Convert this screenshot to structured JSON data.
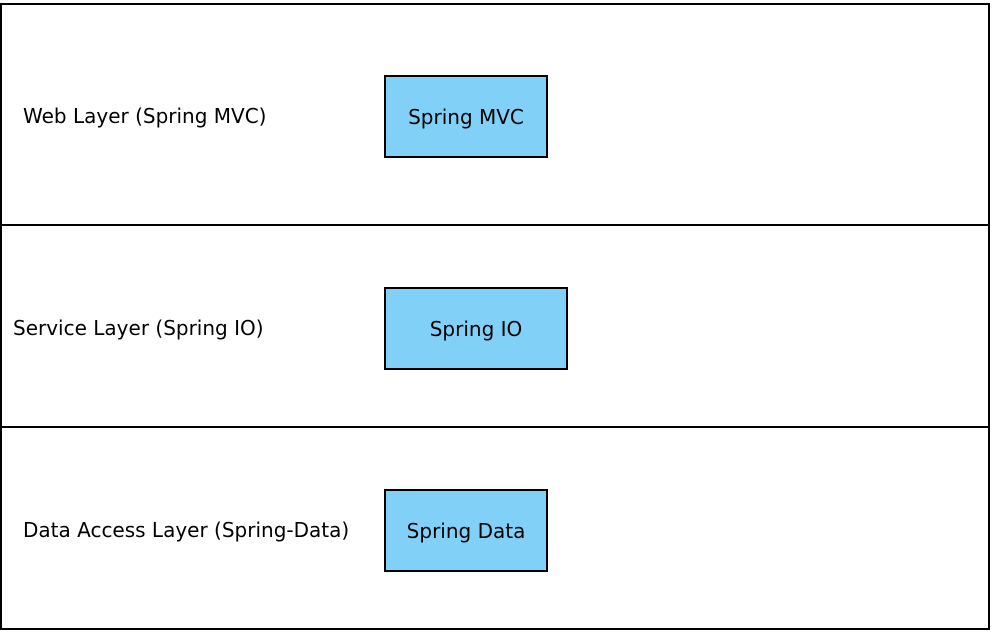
{
  "layers": [
    {
      "label": "Web Layer (Spring MVC)",
      "component": "Spring MVC"
    },
    {
      "label": "Service Layer (Spring IO)",
      "component": "Spring IO"
    },
    {
      "label": "Data Access Layer (Spring-Data)",
      "component": "Spring Data"
    }
  ],
  "colors": {
    "component_fill": "#81d0f7",
    "border": "#000000",
    "background": "#ffffff"
  }
}
